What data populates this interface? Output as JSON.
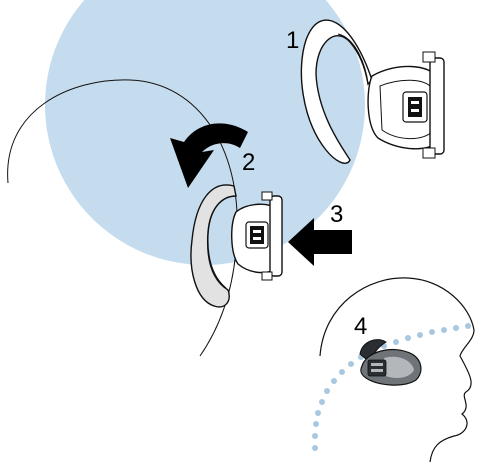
{
  "steps": [
    {
      "number": "1"
    },
    {
      "number": "2"
    },
    {
      "number": "3"
    },
    {
      "number": "4"
    }
  ],
  "colors": {
    "background_disc": "#c5dcef",
    "outline": "#111111",
    "device_dark": "#2a2d31",
    "device_mid": "#6f7479",
    "device_light": "#b3b7bb",
    "earhook_fill": "#e2e2e2",
    "dots": "#a8c8e2",
    "arrow": "#000000"
  },
  "icons": [
    "curved-rotate-arrow-icon",
    "push-arrow-icon"
  ]
}
